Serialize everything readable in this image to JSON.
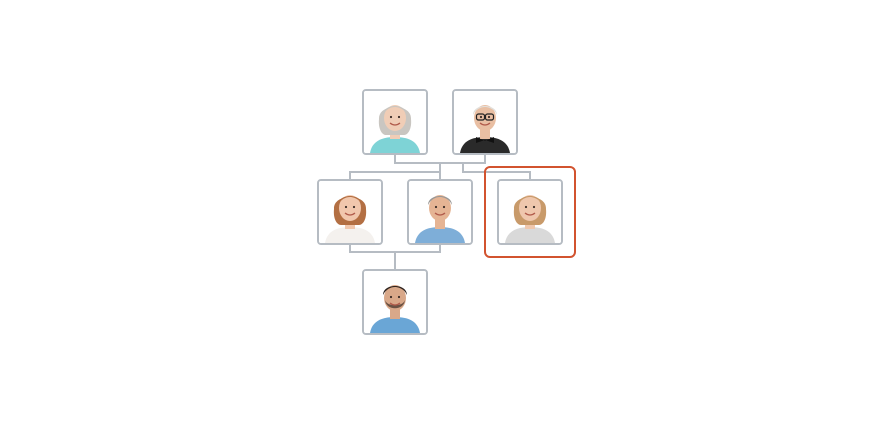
{
  "colors": {
    "card_border": "#b6bcc3",
    "connector": "#b6bcc3",
    "selected_outline": "#d2532f",
    "background": "#ffffff"
  },
  "tree": {
    "members": [
      {
        "id": "grandmother",
        "generation": 1,
        "icon": "elderly-woman-portrait-icon",
        "hair": "#c9c6c1",
        "skin": "#f0cdb6",
        "shirt": "#7ed3d6",
        "selected": false
      },
      {
        "id": "grandfather",
        "generation": 1,
        "icon": "elderly-man-with-glasses-portrait-icon",
        "hair": "#e2e0dc",
        "skin": "#e9bfa3",
        "shirt": "#2a2a2a",
        "selected": false
      },
      {
        "id": "mother",
        "generation": 2,
        "icon": "woman-portrait-icon",
        "hair": "#b36f43",
        "skin": "#f1c7ad",
        "shirt": "#f4f1ee",
        "selected": false
      },
      {
        "id": "father",
        "generation": 2,
        "icon": "man-portrait-icon",
        "hair": "#9a9896",
        "skin": "#e5b494",
        "shirt": "#7eaed8",
        "selected": false
      },
      {
        "id": "aunt",
        "generation": 2,
        "icon": "woman-portrait-icon",
        "hair": "#c89a6a",
        "skin": "#efc7ad",
        "shirt": "#d9d9d9",
        "selected": true
      },
      {
        "id": "son",
        "generation": 3,
        "icon": "young-man-portrait-icon",
        "hair": "#2f241f",
        "skin": "#d9a889",
        "shirt": "#6aa6d6",
        "selected": false
      }
    ]
  }
}
